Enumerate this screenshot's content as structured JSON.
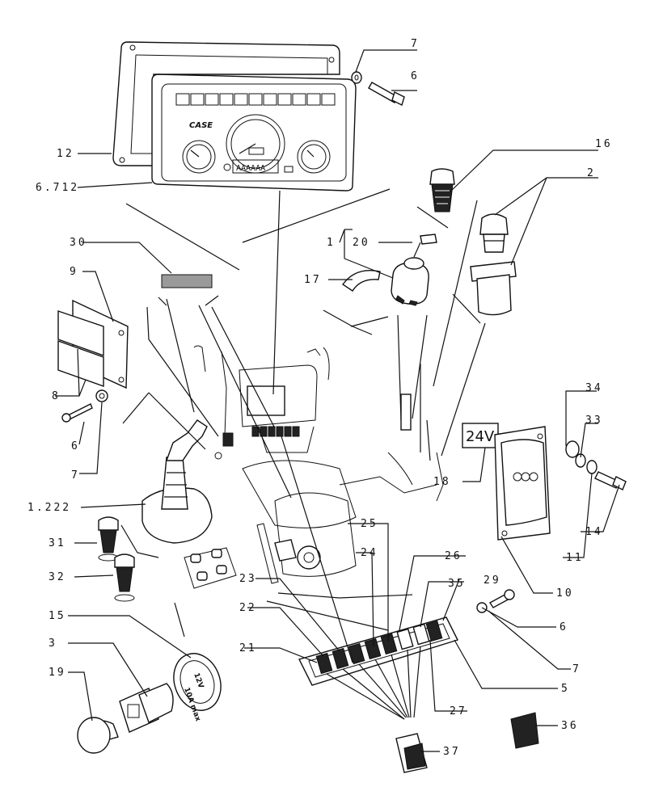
{
  "callouts": [
    {
      "id": "c7a",
      "text": "7"
    },
    {
      "id": "c6a",
      "text": "6"
    },
    {
      "id": "c12",
      "text": "12"
    },
    {
      "id": "c6712",
      "text": "6.712"
    },
    {
      "id": "c16",
      "text": "16"
    },
    {
      "id": "c2",
      "text": "2"
    },
    {
      "id": "c30",
      "text": "30"
    },
    {
      "id": "c9",
      "text": "9"
    },
    {
      "id": "c1",
      "text": "1"
    },
    {
      "id": "c20",
      "text": "20"
    },
    {
      "id": "c17",
      "text": "17"
    },
    {
      "id": "c8",
      "text": "8"
    },
    {
      "id": "c6b",
      "text": "6"
    },
    {
      "id": "c7b",
      "text": "7"
    },
    {
      "id": "c34",
      "text": "34"
    },
    {
      "id": "c33",
      "text": "33"
    },
    {
      "id": "c18",
      "text": "18"
    },
    {
      "id": "c14",
      "text": "14"
    },
    {
      "id": "c11",
      "text": "11"
    },
    {
      "id": "c10",
      "text": "10"
    },
    {
      "id": "c1222",
      "text": "1.222"
    },
    {
      "id": "c31",
      "text": "31"
    },
    {
      "id": "c32",
      "text": "32"
    },
    {
      "id": "c25",
      "text": "25"
    },
    {
      "id": "c24",
      "text": "24"
    },
    {
      "id": "c26",
      "text": "26"
    },
    {
      "id": "c23",
      "text": "23"
    },
    {
      "id": "c35",
      "text": "35"
    },
    {
      "id": "c29",
      "text": "29"
    },
    {
      "id": "c22",
      "text": "22"
    },
    {
      "id": "c6c",
      "text": "6"
    },
    {
      "id": "c21",
      "text": "21"
    },
    {
      "id": "c7c",
      "text": "7"
    },
    {
      "id": "c5",
      "text": "5"
    },
    {
      "id": "c15",
      "text": "15"
    },
    {
      "id": "c3",
      "text": "3"
    },
    {
      "id": "c19",
      "text": "19"
    },
    {
      "id": "c27",
      "text": "27"
    },
    {
      "id": "c36",
      "text": "36"
    },
    {
      "id": "c37",
      "text": "37"
    }
  ],
  "printed_marks": {
    "brand": "CASE",
    "voltage_plate": "24V",
    "socket_voltage": "12V",
    "socket_rating": "10A max",
    "display_digits": "AAAAAA"
  }
}
